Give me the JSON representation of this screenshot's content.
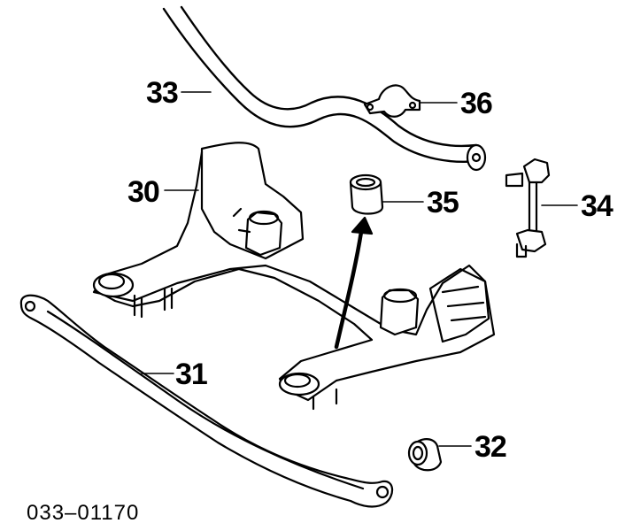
{
  "callouts": {
    "stabilizer_bar": "33",
    "bar_bracket": "36",
    "subframe": "30",
    "bushing_large": "35",
    "stabilizer_link": "34",
    "lower_arm": "31",
    "bushing_small": "32"
  },
  "diagram_code": "033–01170"
}
